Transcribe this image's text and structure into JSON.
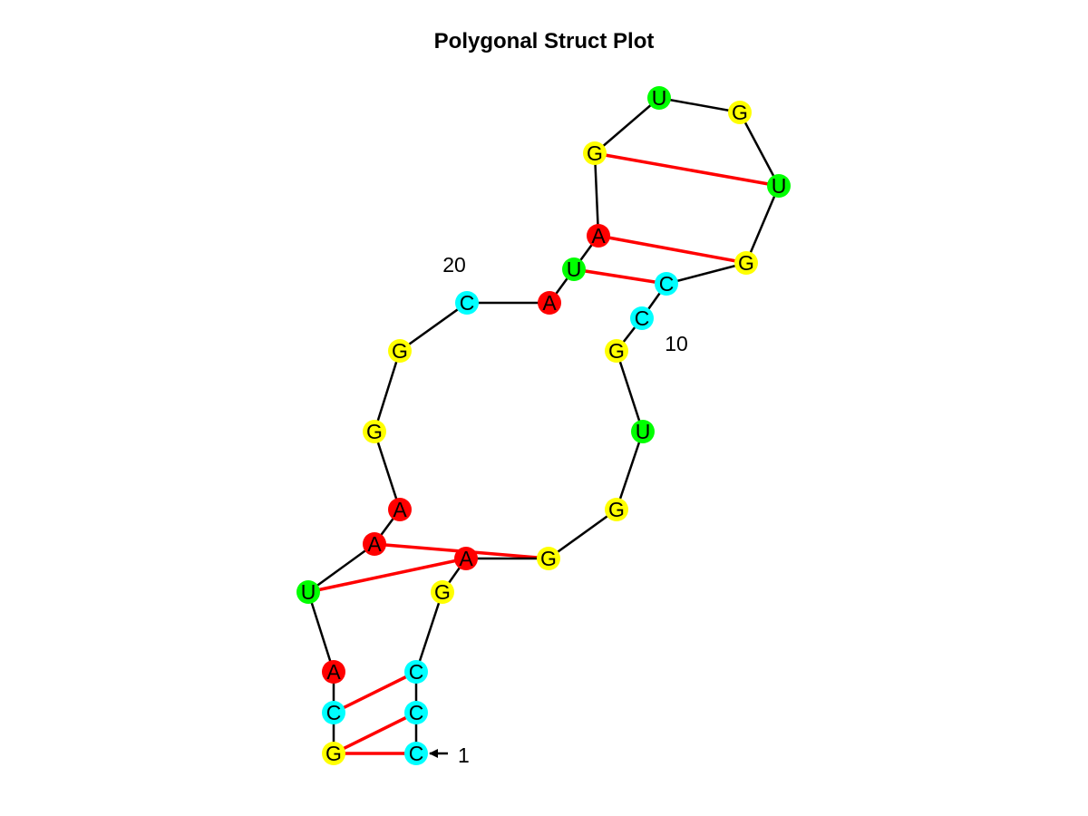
{
  "title": "Polygonal Struct Plot",
  "colors": {
    "A": "#ff0000",
    "C": "#00ffff",
    "G": "#ffff00",
    "U": "#00ff00",
    "backbone": "#000000",
    "pair": "#ff0000"
  },
  "sequence": [
    "C",
    "C",
    "C",
    "G",
    "A",
    "G",
    "G",
    "U",
    "G",
    "C",
    "C",
    "G",
    "U",
    "G",
    "U",
    "G",
    "A",
    "U",
    "A",
    "C",
    "G",
    "G",
    "A",
    "A",
    "U",
    "A",
    "C",
    "G",
    "G"
  ],
  "pairs": [
    [
      1,
      29
    ],
    [
      2,
      28
    ],
    [
      3,
      27
    ],
    [
      5,
      25
    ],
    [
      6,
      24
    ],
    [
      11,
      18
    ],
    [
      12,
      17
    ],
    [
      13,
      16
    ]
  ],
  "position_labels": [
    "1",
    "10",
    "20"
  ]
}
